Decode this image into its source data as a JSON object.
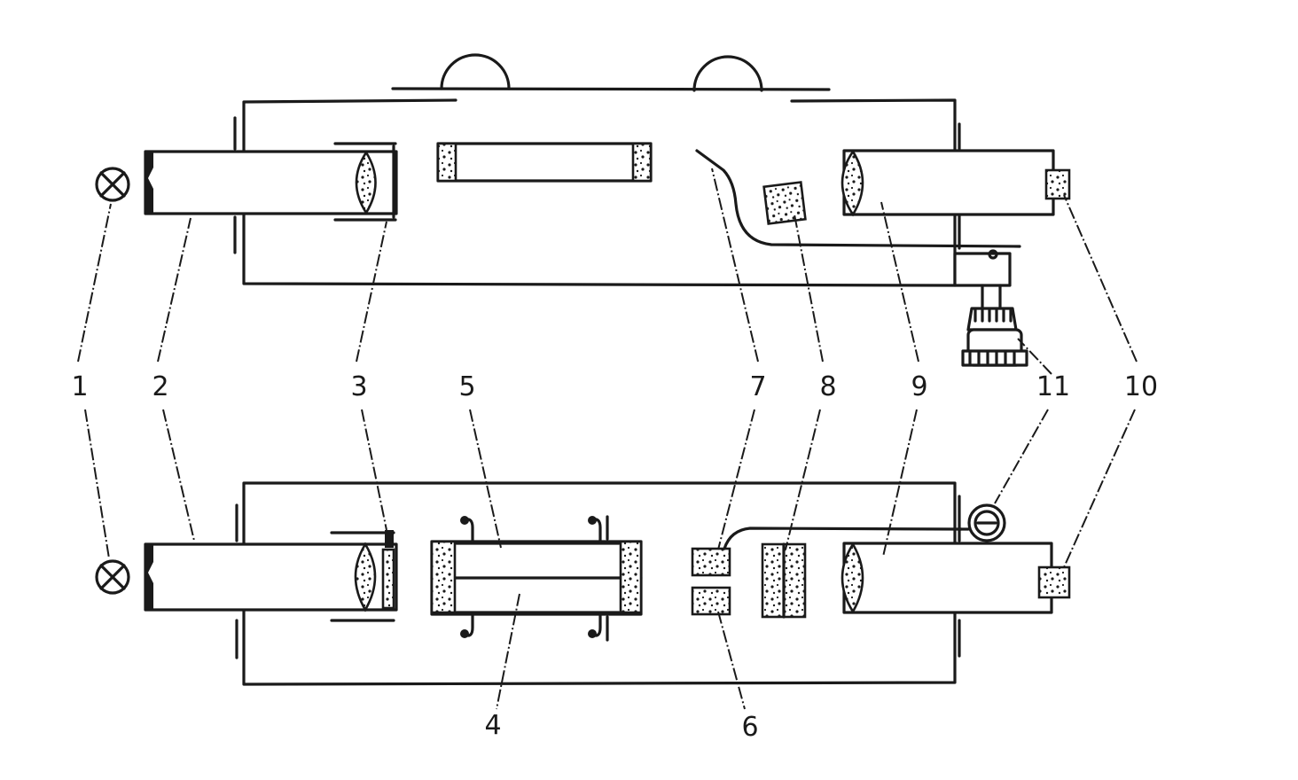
{
  "labels": {
    "n1": "1",
    "n2": "2",
    "n3": "3",
    "n4": "4",
    "n5": "5",
    "n6": "6",
    "n7": "7",
    "n8": "8",
    "n9": "9",
    "n10": "10",
    "n11": "11"
  },
  "colors": {
    "ink": "#1a1a1a",
    "paper": "#ffffff"
  }
}
